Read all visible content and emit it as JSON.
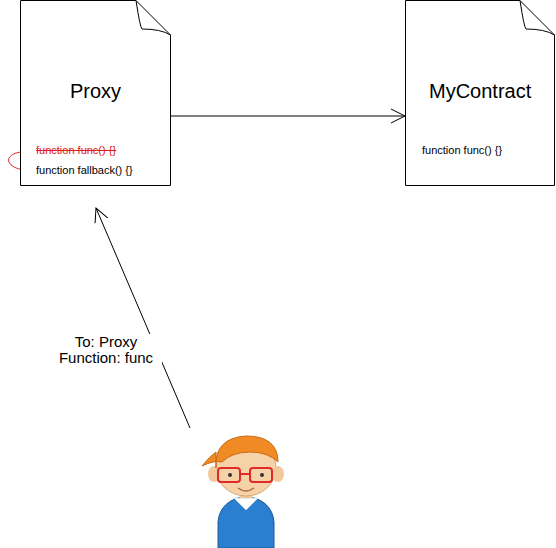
{
  "diagram": {
    "nodes": [
      {
        "text": [
          "Proxy",
          "function func() {}",
          "function fallback() {}"
        ]
      },
      {
        "text": [
          "MyContract",
          "function func() {}"
        ]
      }
    ],
    "edges": [
      {
        "from": 0,
        "to": 1,
        "arrow": "to"
      }
    ],
    "labels": [
      "To: Proxy Function: func"
    ]
  }
}
